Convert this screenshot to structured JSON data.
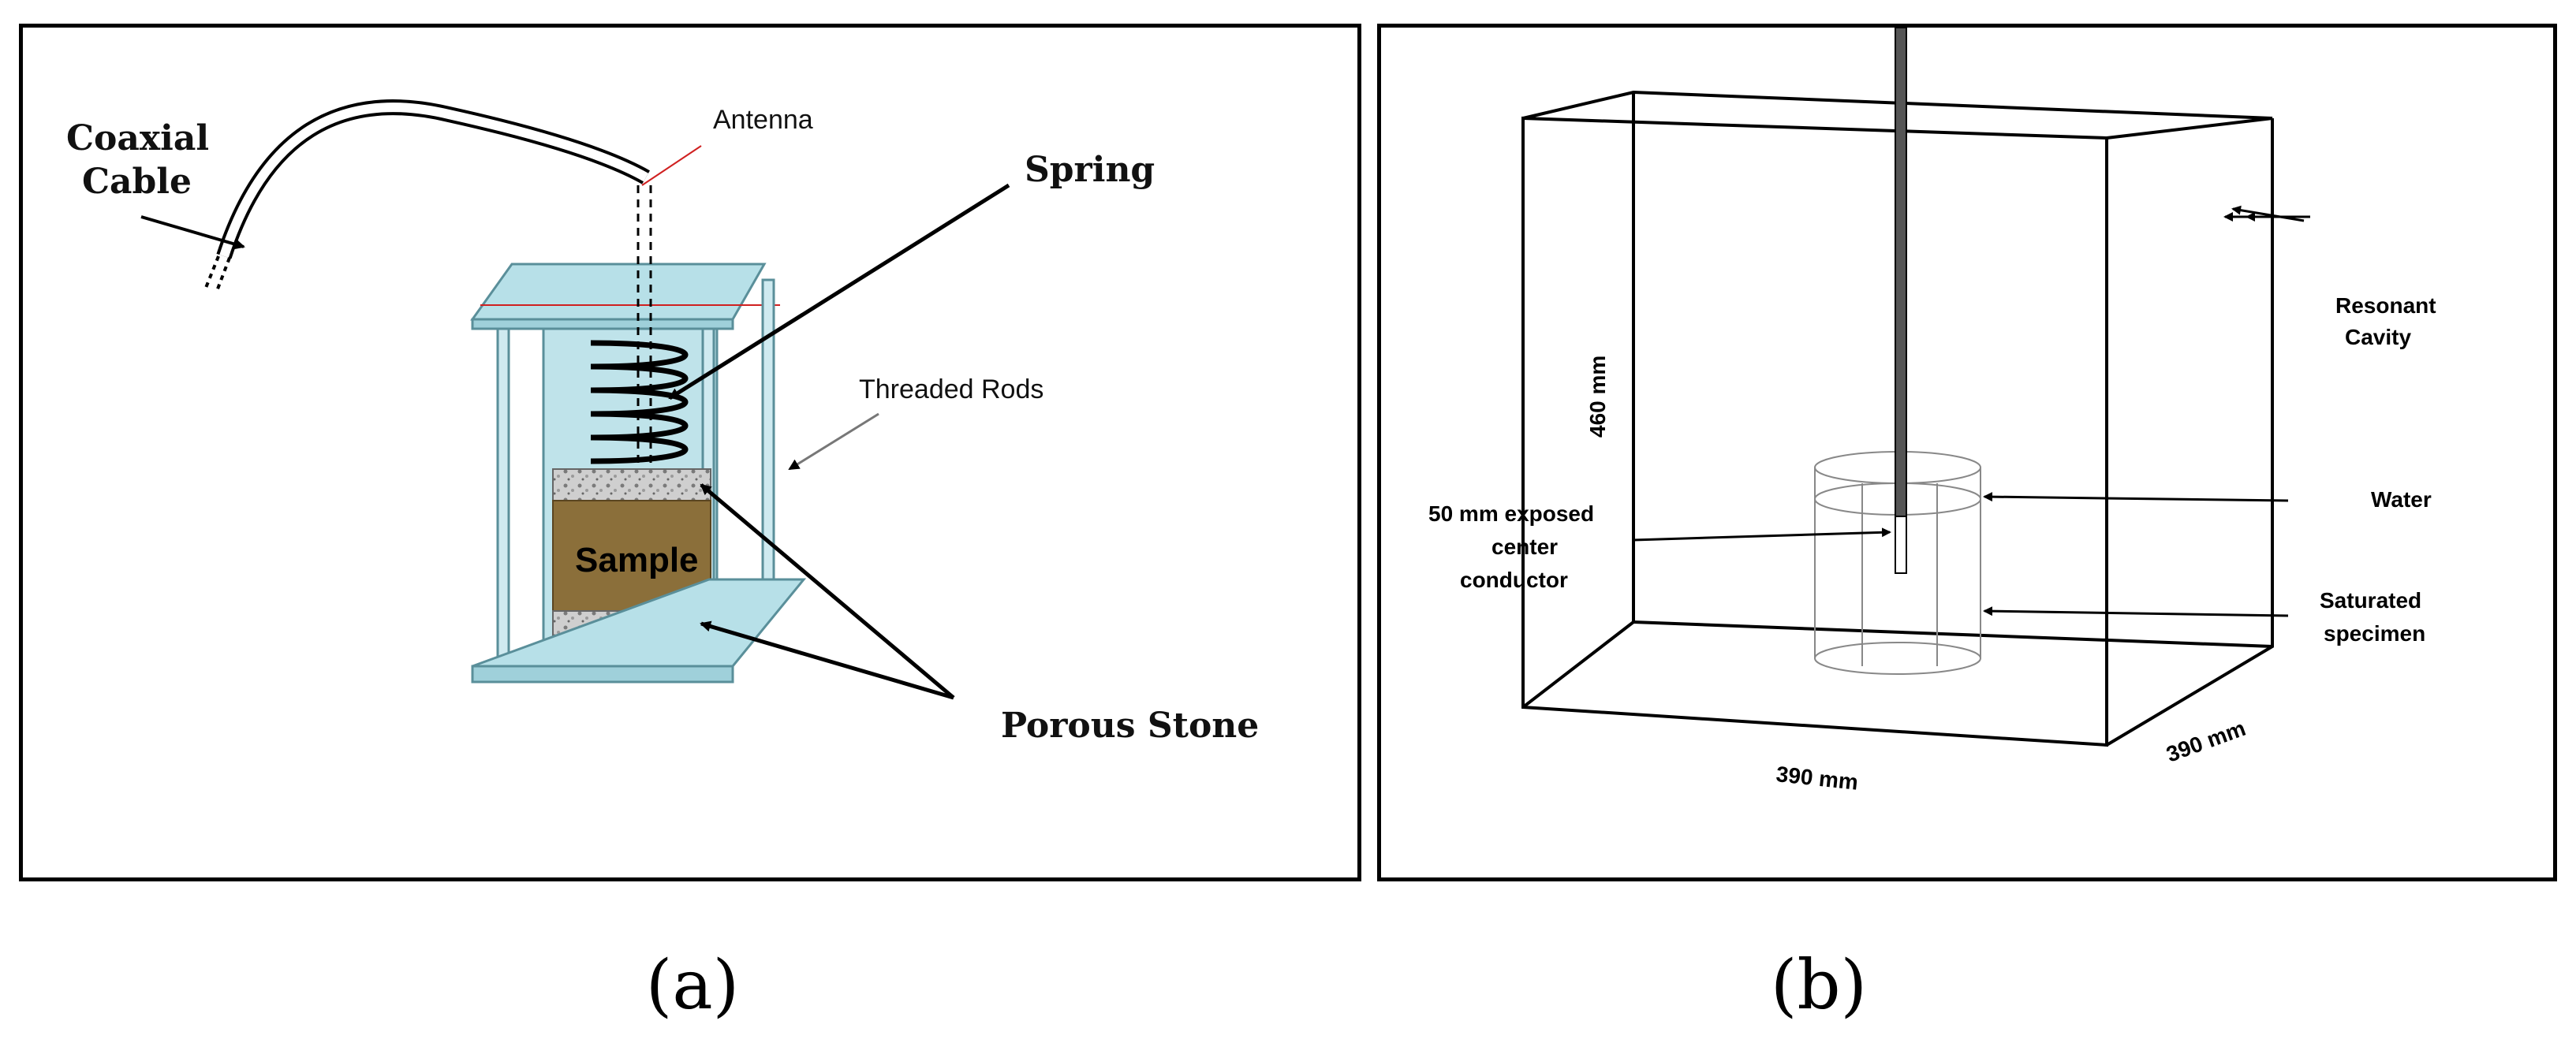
{
  "panel_a": {
    "labels": {
      "coaxial_line1": "Coaxial",
      "coaxial_line2": "Cable",
      "antenna": "Antenna",
      "spring": "Spring",
      "threaded_rods": "Threaded Rods",
      "sample": "Sample",
      "porous_stone": "Porous Stone"
    },
    "caption": "(a)",
    "colors": {
      "frame": "#b7e0e8",
      "frame_stroke": "#5a8f9a",
      "sample": "#8b6f3a",
      "stone": "#c9c9c9"
    }
  },
  "panel_b": {
    "labels": {
      "height": "460 mm",
      "width": "390 mm",
      "depth": "390 mm",
      "cavity_line1": "Resonant",
      "cavity_line2": "Cavity",
      "water": "Water",
      "conductor_line1": "50 mm exposed",
      "conductor_line2": "center",
      "conductor_line3": "conductor",
      "specimen_line1": "Saturated",
      "specimen_line2": "specimen"
    },
    "caption": "(b)"
  }
}
